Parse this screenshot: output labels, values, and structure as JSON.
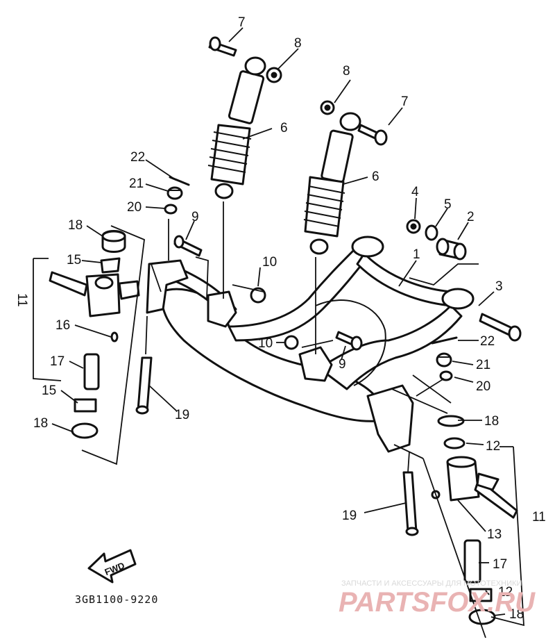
{
  "diagram": {
    "drawing_code": "3GB1100-9220",
    "fwd_label": "FWD",
    "callouts": {
      "p1": "1",
      "p2": "2",
      "p3": "3",
      "p4": "4",
      "p5": "5",
      "p6a": "6",
      "p6b": "6",
      "p7a": "7",
      "p7b": "7",
      "p8a": "8",
      "p8b": "8",
      "p9a": "9",
      "p9b": "9",
      "p10a": "10",
      "p10b": "10",
      "p11a": "11",
      "p11b": "11",
      "p12a": "12",
      "p12b": "12",
      "p13": "13",
      "p15a": "15",
      "p15b": "15",
      "p16": "16",
      "p17a": "17",
      "p17b": "17",
      "p18a": "18",
      "p18b": "18",
      "p18c": "18",
      "p18d": "18",
      "p19a": "19",
      "p19b": "19",
      "p20a": "20",
      "p20b": "20",
      "p21a": "21",
      "p21b": "21",
      "p22a": "22",
      "p22b": "22"
    }
  },
  "watermark": {
    "caption": "ЗАПЧАСТИ И АКСЕССУАРЫ ДЛЯ МОТОТЕХНИКИ",
    "logo": "PARTSFOX.RU",
    "logo_color": "#e9b3b3"
  }
}
